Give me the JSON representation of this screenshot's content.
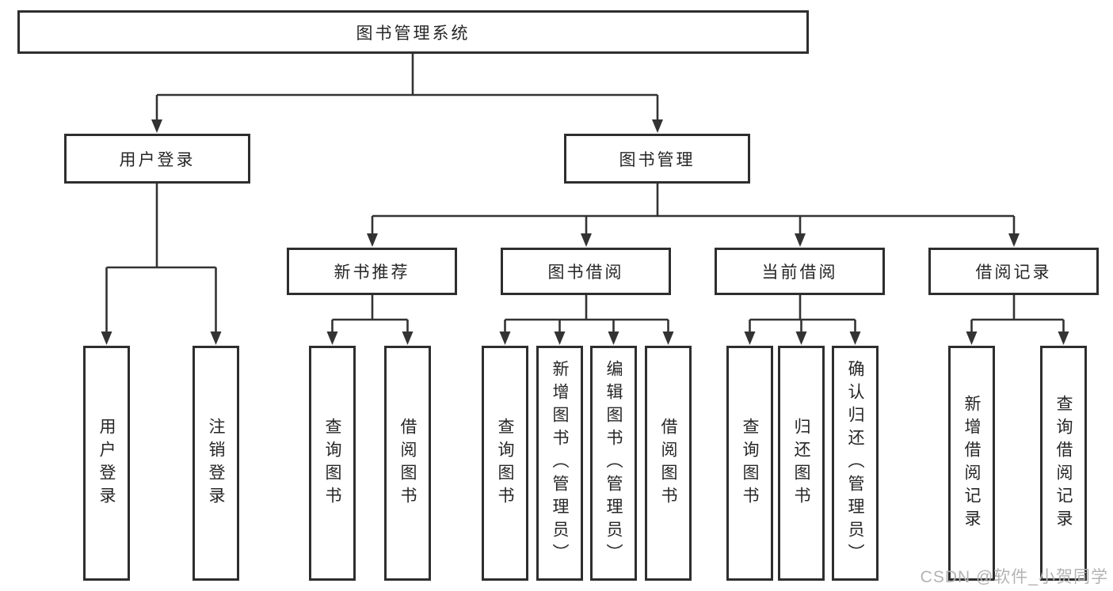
{
  "diagram": {
    "root": {
      "label": "图书管理系统"
    },
    "level2": [
      {
        "label": "用户登录"
      },
      {
        "label": "图书管理"
      }
    ],
    "level3": [
      {
        "label": "新书推荐"
      },
      {
        "label": "图书借阅"
      },
      {
        "label": "当前借阅"
      },
      {
        "label": "借阅记录"
      }
    ],
    "leaves": {
      "user_login": [
        {
          "label": "用户登录"
        },
        {
          "label": "注销登录"
        }
      ],
      "new_books": [
        {
          "label": "查询图书"
        },
        {
          "label": "借阅图书"
        }
      ],
      "book_borrow": [
        {
          "label": "查询图书"
        },
        {
          "label": "新增图书（管理员）"
        },
        {
          "label": "编辑图书（管理员）"
        },
        {
          "label": "借阅图书"
        }
      ],
      "current_borrow": [
        {
          "label": "查询图书"
        },
        {
          "label": "归还图书"
        },
        {
          "label": "确认归还（管理员）"
        }
      ],
      "borrow_records": [
        {
          "label": "新增借阅记录"
        },
        {
          "label": "查询借阅记录"
        }
      ]
    },
    "colors": {
      "line": "#333333",
      "border": "#2e2e2e",
      "text": "#262626",
      "watermark": "#b3b3b3"
    },
    "watermark": "CSDN @软件_小贺同学"
  }
}
